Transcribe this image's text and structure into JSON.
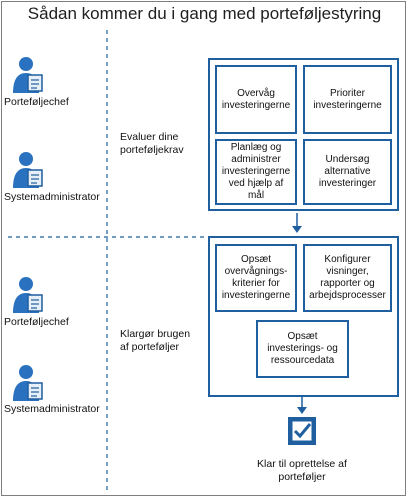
{
  "title": "Sådan kommer du i gang med porteføljestyring",
  "roles": {
    "r1": "Porteføljechef",
    "r2": "Systemadministrator",
    "r3": "Porteføljechef",
    "r4": "Systemadministrator"
  },
  "phases": {
    "evaluate": "Evaluer dine\nporteføljekrav",
    "prepare": "Klargør brugen\naf porteføljer"
  },
  "tasks": {
    "t1": "Overvåg\ninvesteringerne",
    "t2": "Prioriter\ninvesteringerne",
    "t3": "Planlæg og\nadministrer\ninvesteringerne\nved hjælp af\nmål",
    "t4": "Undersøg\nalternative\ninvesteringer",
    "t5": "Opsæt\novervågnings-\nkriterier for\ninvesteringerne",
    "t6": "Konfigurer\nvisninger,\nrapporter og\narbejdsprocesser",
    "t7": "Opsæt\ninvesterings- og\nressourcedata"
  },
  "end": "Klar til oprettelse af\nporteføljer",
  "colors": {
    "accent": "#1f5fa0",
    "divider": "#1f5fa0"
  },
  "icons": {
    "role": "user-clipboard-icon",
    "end": "checkbox-icon"
  }
}
